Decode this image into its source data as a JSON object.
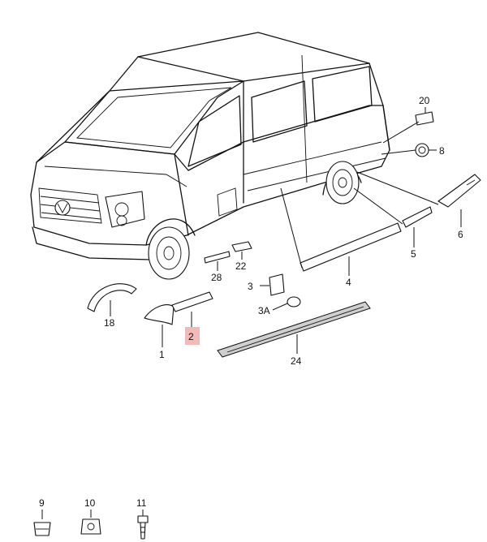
{
  "highlight_color": "#f2b9b9",
  "callouts": [
    {
      "id": "20",
      "text": "20"
    },
    {
      "id": "8",
      "text": "8"
    },
    {
      "id": "6",
      "text": "6"
    },
    {
      "id": "5",
      "text": "5"
    },
    {
      "id": "4",
      "text": "4"
    },
    {
      "id": "3",
      "text": "3"
    },
    {
      "id": "3A",
      "text": "3A"
    },
    {
      "id": "22",
      "text": "22"
    },
    {
      "id": "28",
      "text": "28"
    },
    {
      "id": "18",
      "text": "18"
    },
    {
      "id": "1",
      "text": "1"
    },
    {
      "id": "2",
      "text": "2"
    },
    {
      "id": "24",
      "text": "24"
    },
    {
      "id": "9",
      "text": "9"
    },
    {
      "id": "10",
      "text": "10"
    },
    {
      "id": "11",
      "text": "11"
    }
  ]
}
